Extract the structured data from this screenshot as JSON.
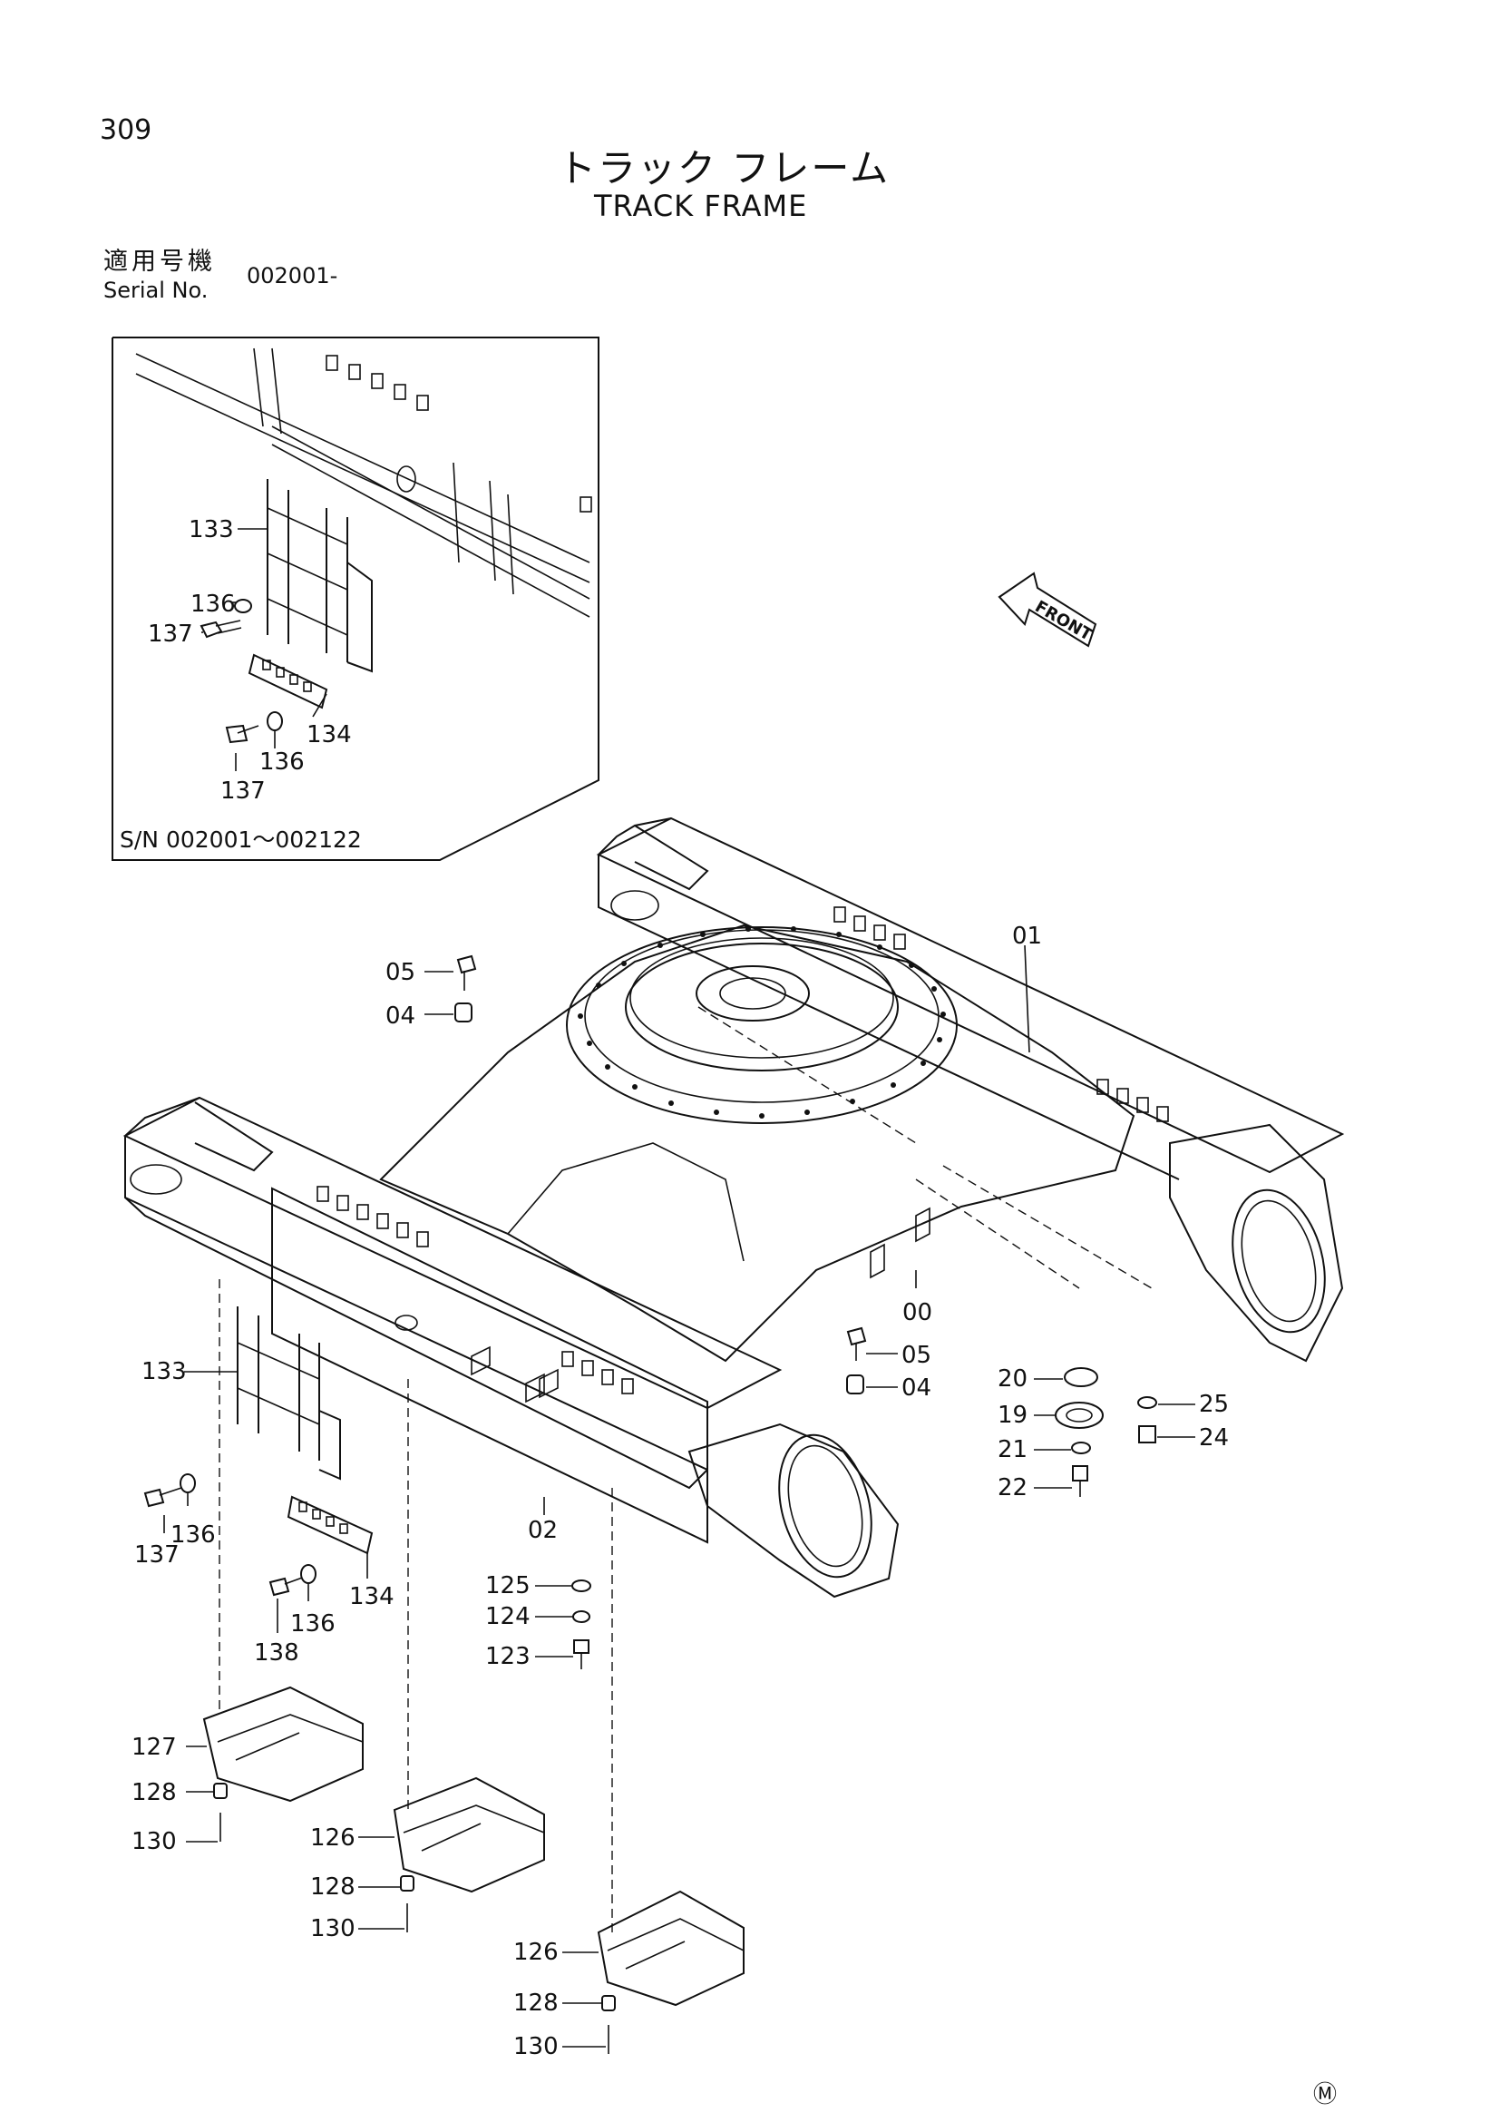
{
  "header": {
    "page_number": "309",
    "title_jp": "トラック フレーム",
    "title_en": "TRACK FRAME",
    "serial_label_jp": "適用号機",
    "serial_label_en": "Serial No.",
    "serial_value": "002001-"
  },
  "inset": {
    "range_label": "S/N 002001～002122",
    "callouts": [
      "133",
      "136",
      "137",
      "134",
      "136",
      "137"
    ]
  },
  "front_label": "FRONT",
  "callouts": [
    "01",
    "05",
    "04",
    "00",
    "05",
    "04",
    "20",
    "19",
    "21",
    "22",
    "25",
    "24",
    "133",
    "137",
    "136",
    "134",
    "136",
    "138",
    "02",
    "125",
    "124",
    "123",
    "127",
    "128",
    "130",
    "126",
    "128",
    "130",
    "126",
    "128",
    "130"
  ],
  "footer_mark": "Ⓜ"
}
